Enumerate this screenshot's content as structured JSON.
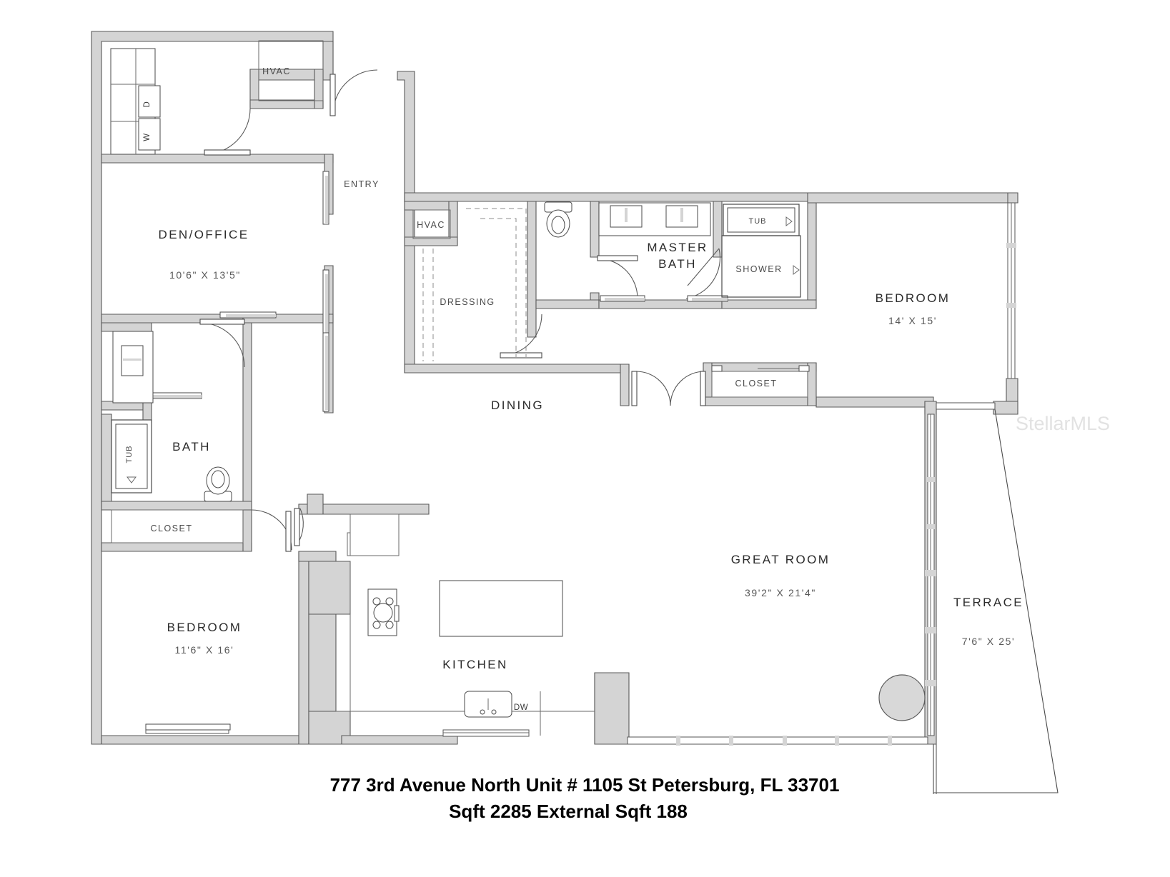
{
  "document": {
    "type": "residential-floor-plan",
    "caption_line_1": "777 3rd Avenue North Unit # 1105 St Petersburg, FL 33701",
    "caption_line_2": "Sqft 2285 External Sqft 188",
    "watermark": "StellarMLS"
  },
  "rooms": [
    {
      "id": "den_office",
      "name": "DEN/OFFICE",
      "dimensions": "10'6\" X 13'5\""
    },
    {
      "id": "bedroom_2",
      "name": "BEDROOM",
      "dimensions": "11'6\" X 16'"
    },
    {
      "id": "bedroom_master",
      "name": "BEDROOM",
      "dimensions": "14' X 15'"
    },
    {
      "id": "great_room",
      "name": "GREAT ROOM",
      "dimensions": "39'2\" X 21'4\""
    },
    {
      "id": "terrace",
      "name": "TERRACE",
      "dimensions": "7'6\" X 25'"
    },
    {
      "id": "bath",
      "name": "BATH",
      "dimensions": ""
    },
    {
      "id": "master_bath",
      "name": "MASTER",
      "name_line2": "BATH",
      "dimensions": ""
    },
    {
      "id": "kitchen",
      "name": "KITCHEN",
      "dimensions": ""
    },
    {
      "id": "dining",
      "name": "DINING",
      "dimensions": ""
    },
    {
      "id": "entry",
      "name": "ENTRY",
      "dimensions": ""
    },
    {
      "id": "dressing",
      "name": "DRESSING",
      "dimensions": ""
    }
  ],
  "sub_spaces": [
    {
      "id": "hvac_top",
      "name": "HVAC"
    },
    {
      "id": "hvac_center",
      "name": "HVAC"
    },
    {
      "id": "closet_bath",
      "name": "CLOSET"
    },
    {
      "id": "closet_bedroom",
      "name": "CLOSET"
    }
  ],
  "fixtures": [
    {
      "id": "dryer",
      "name": "D",
      "kind": "dryer"
    },
    {
      "id": "washer",
      "name": "W",
      "kind": "washer"
    },
    {
      "id": "tub_bath",
      "name": "TUB",
      "kind": "bathtub"
    },
    {
      "id": "tub_master",
      "name": "TUB",
      "kind": "bathtub"
    },
    {
      "id": "shower_master",
      "name": "SHOWER",
      "kind": "shower"
    },
    {
      "id": "dishwasher",
      "name": "DW",
      "kind": "dishwasher"
    },
    {
      "id": "toilet_bath",
      "name": "",
      "kind": "toilet"
    },
    {
      "id": "toilet_master",
      "name": "",
      "kind": "toilet"
    },
    {
      "id": "sink_kitchen",
      "name": "",
      "kind": "kitchen-sink"
    },
    {
      "id": "cooktop",
      "name": "",
      "kind": "cooktop"
    },
    {
      "id": "island",
      "name": "",
      "kind": "kitchen-island"
    },
    {
      "id": "vanity_master_left",
      "name": "",
      "kind": "vanity-sink"
    },
    {
      "id": "vanity_master_right",
      "name": "",
      "kind": "vanity-sink"
    },
    {
      "id": "vanity_bath",
      "name": "",
      "kind": "vanity-sink"
    },
    {
      "id": "column",
      "name": "",
      "kind": "round-column"
    }
  ],
  "colors": {
    "wall_fill": "#d4d4d4",
    "wall_stroke": "#5a5a5a",
    "label_text": "#2b2b2b",
    "dim_text": "#585858",
    "caption_text": "#000000",
    "watermark_text": "#e2e2e2",
    "background": "#ffffff"
  }
}
